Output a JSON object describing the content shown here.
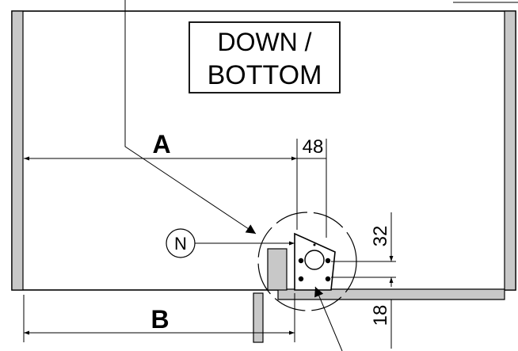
{
  "title_box": {
    "line1": "DOWN /",
    "line2": "BOTTOM"
  },
  "labels": {
    "dim_a": "A",
    "dim_b": "B",
    "dim_48": "48",
    "dim_32": "32",
    "dim_18": "18",
    "callout_n": "N"
  },
  "colors": {
    "line": "#000000",
    "panel": "#c8c8c8",
    "background": "#ffffff"
  }
}
